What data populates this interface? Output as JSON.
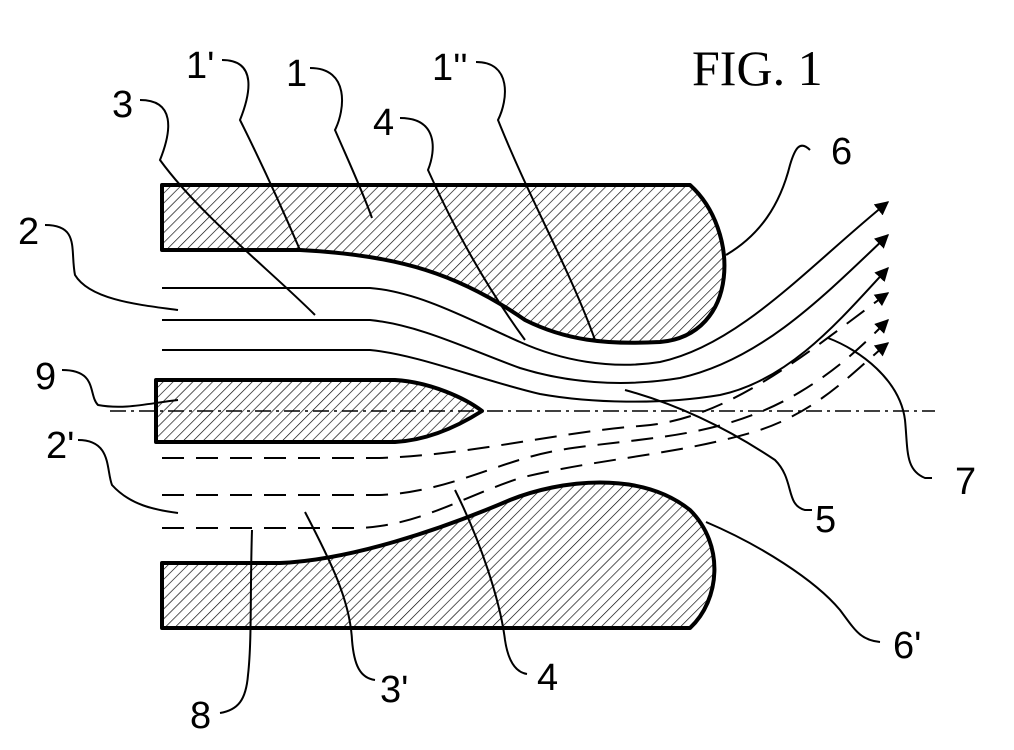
{
  "figure": {
    "title": "FIG. 1"
  },
  "labels": {
    "l1": "1",
    "l1p": "1'",
    "l1pp": "1''",
    "l2": "2",
    "l2p": "2'",
    "l3": "3",
    "l3p": "3'",
    "l4_top": "4",
    "l4_bottom": "4",
    "l5": "5",
    "l6": "6",
    "l6p": "6'",
    "l7": "7",
    "l8": "8",
    "l9": "9"
  },
  "colors": {
    "ink": "#000000",
    "background": "#ffffff"
  }
}
